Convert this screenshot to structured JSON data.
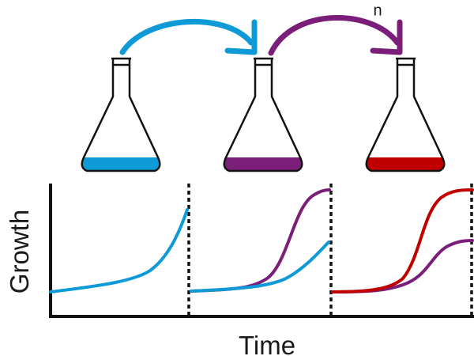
{
  "labels": {
    "y_axis": "Growth",
    "x_axis": "Time",
    "repeat": "n"
  },
  "colors": {
    "stage1": "#0d9ad6",
    "stage2": "#7b1e7a",
    "stage3": "#c00000",
    "outline": "#111111"
  },
  "flasks": [
    {
      "name": "flask-1",
      "liquid": "stage1"
    },
    {
      "name": "flask-2",
      "liquid": "stage2"
    },
    {
      "name": "flask-3",
      "liquid": "stage3"
    }
  ],
  "transfers": [
    {
      "name": "transfer-arrow-1",
      "color": "stage1"
    },
    {
      "name": "transfer-arrow-2",
      "color": "stage2"
    }
  ],
  "panels": [
    {
      "name": "panel-1",
      "curves": [
        {
          "color": "stage1",
          "shape": "exponential"
        }
      ]
    },
    {
      "name": "panel-2",
      "curves": [
        {
          "color": "stage2",
          "shape": "sigmoid"
        },
        {
          "color": "stage1",
          "shape": "exponential"
        }
      ]
    },
    {
      "name": "panel-3",
      "curves": [
        {
          "color": "stage3",
          "shape": "sigmoid"
        },
        {
          "color": "stage2",
          "shape": "sigmoid"
        }
      ]
    }
  ]
}
